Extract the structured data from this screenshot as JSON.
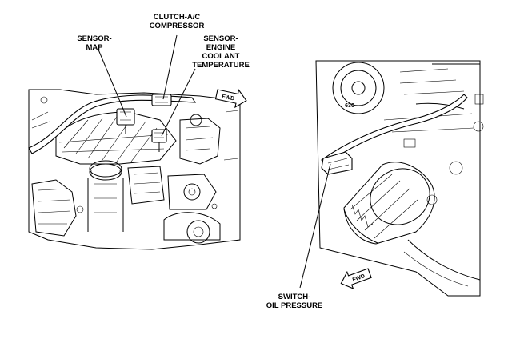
{
  "labels": {
    "clutch_line1": "CLUTCH-A/C",
    "clutch_line2": "COMPRESSOR",
    "sensor_map_line1": "SENSOR-",
    "sensor_map_line2": "MAP",
    "sensor_ect_line1": "SENSOR-",
    "sensor_ect_line2": "ENGINE",
    "sensor_ect_line3": "COOLANT",
    "sensor_ect_line4": "TEMPERATURE",
    "switch_line1": "SWITCH-",
    "switch_line2": "OIL PRESSURE"
  },
  "direction_arrows": {
    "left_view": "FWD",
    "right_view": "FWD"
  },
  "pulley_stamp": "630",
  "icons": [
    "fwd-arrow-icon",
    "fwd-arrow-icon"
  ]
}
